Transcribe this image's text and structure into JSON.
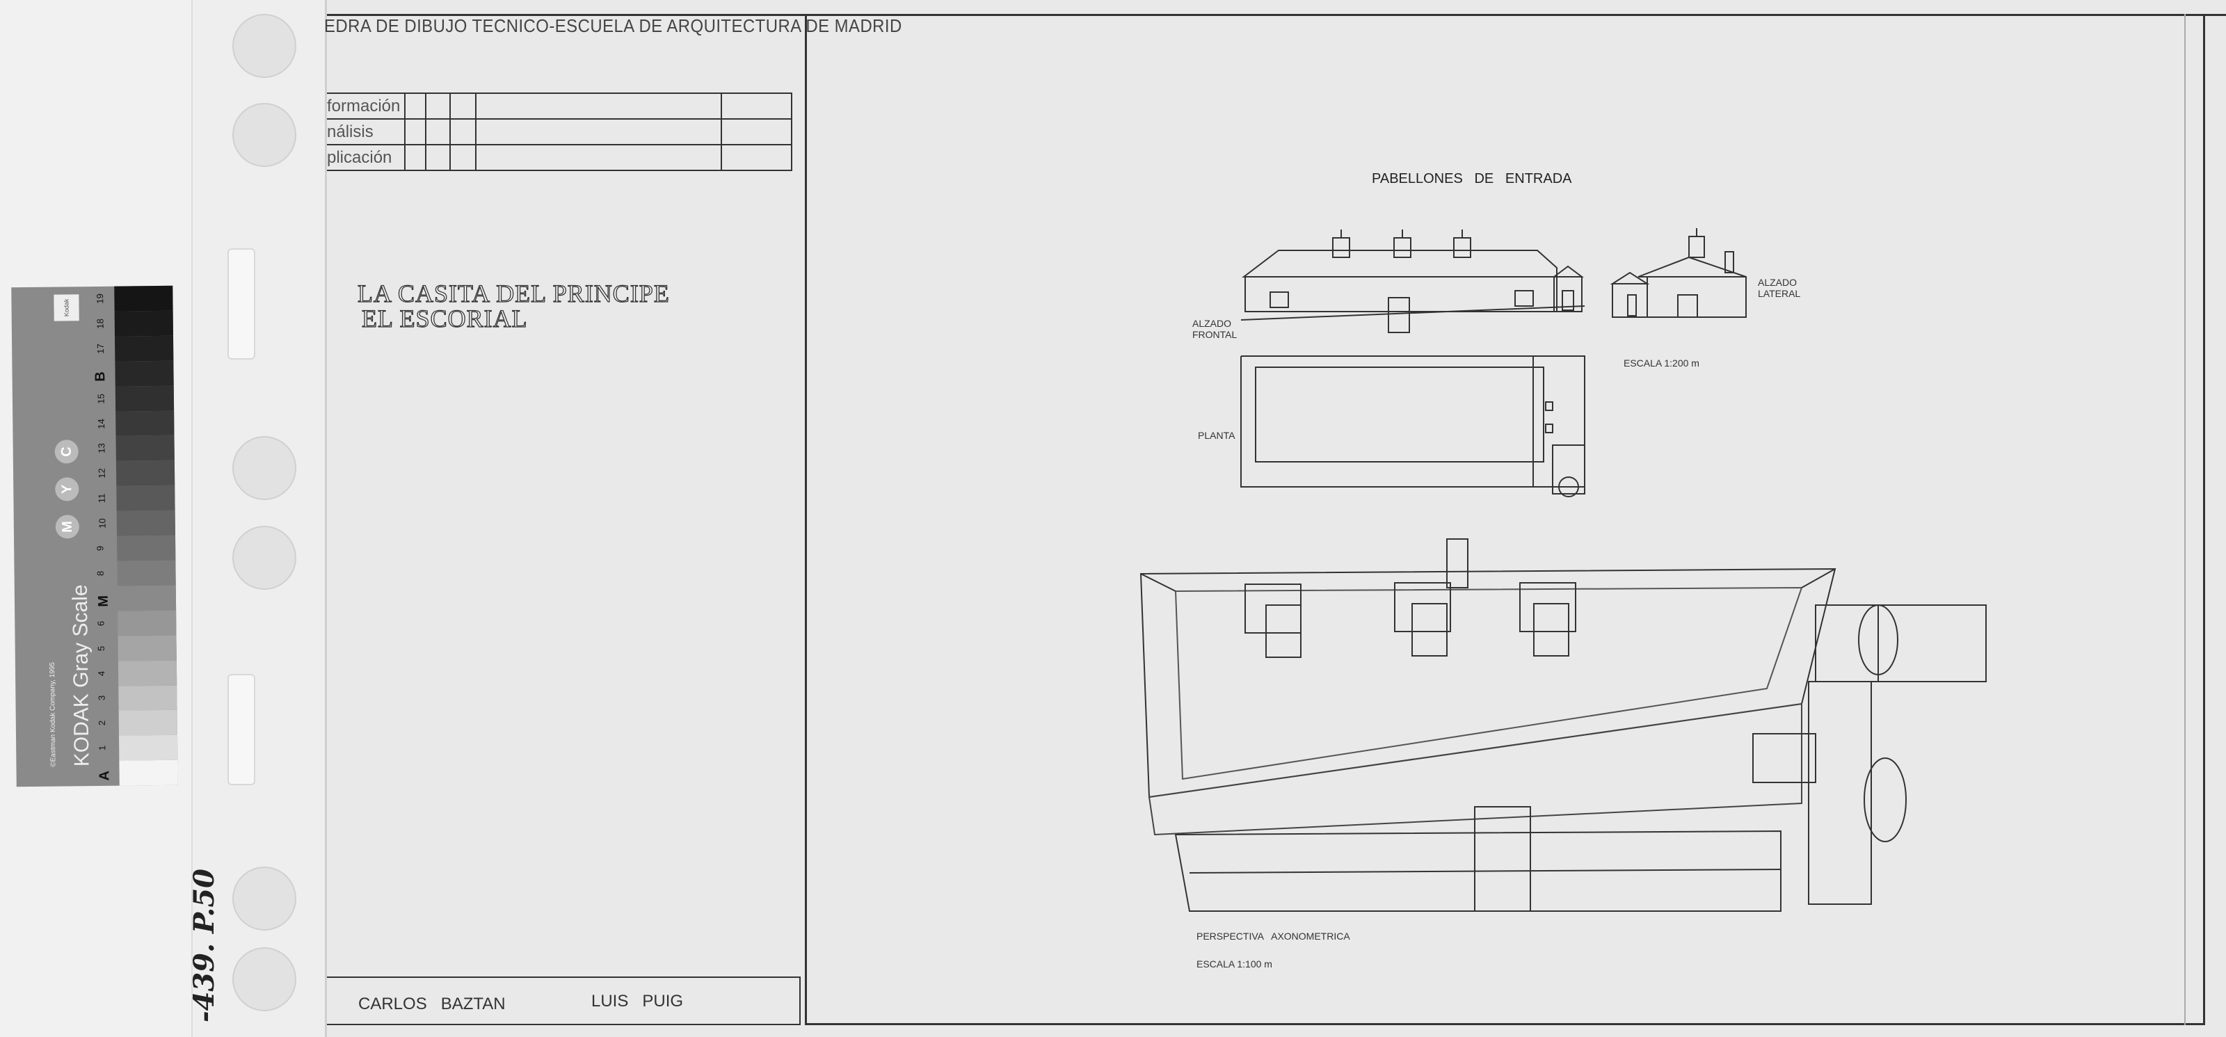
{
  "header": {
    "school_line": "EDRA DE DIBUJO TECNICO-ESCUELA DE ARQUITECTURA DE MADRID"
  },
  "table": {
    "rows": [
      {
        "label": "formación"
      },
      {
        "label": "nálisis"
      },
      {
        "label": "plicación"
      }
    ]
  },
  "title": {
    "line1": "LA CASITA DEL PRINCIPE",
    "line2": "EL ESCORIAL"
  },
  "authors": {
    "author1": "CARLOS   BAZTAN",
    "author2": "LUIS   PUIG"
  },
  "drawing": {
    "section_title": "PABELLONES   DE   ENTRADA",
    "alzado_frontal": [
      "ALZADO",
      "FRONTAL"
    ],
    "alzado_lateral": [
      "ALZADO",
      "LATERAL"
    ],
    "planta": "PLANTA",
    "escala_top": "ESCALA  1:200 m",
    "perspectiva": "PERSPECTIVA   AXONOMETRICA",
    "escala_bottom": "ESCALA  1:100 m"
  },
  "gray_card": {
    "brand": "KODAK Gray Scale",
    "copyright": "©Eastman Kodak Company, 1995",
    "logo": "Kodak",
    "cmy": [
      "C",
      "Y",
      "M"
    ],
    "scale_labels": [
      "A",
      "1",
      "2",
      "3",
      "4",
      "5",
      "6",
      "M",
      "8",
      "9",
      "10",
      "11",
      "12",
      "13",
      "14",
      "15",
      "B",
      "17",
      "18",
      "19"
    ],
    "patch_colors": [
      "#f4f4f4",
      "#dedede",
      "#cfcfcf",
      "#c2c2c2",
      "#b3b3b3",
      "#a5a5a5",
      "#979797",
      "#8a8a8a",
      "#7d7d7d",
      "#717171",
      "#656565",
      "#595959",
      "#4e4e4e",
      "#434343",
      "#393939",
      "#303030",
      "#282828",
      "#212121",
      "#1b1b1b",
      "#151515"
    ]
  },
  "annotation": {
    "handwritten": "-439. P.50"
  }
}
